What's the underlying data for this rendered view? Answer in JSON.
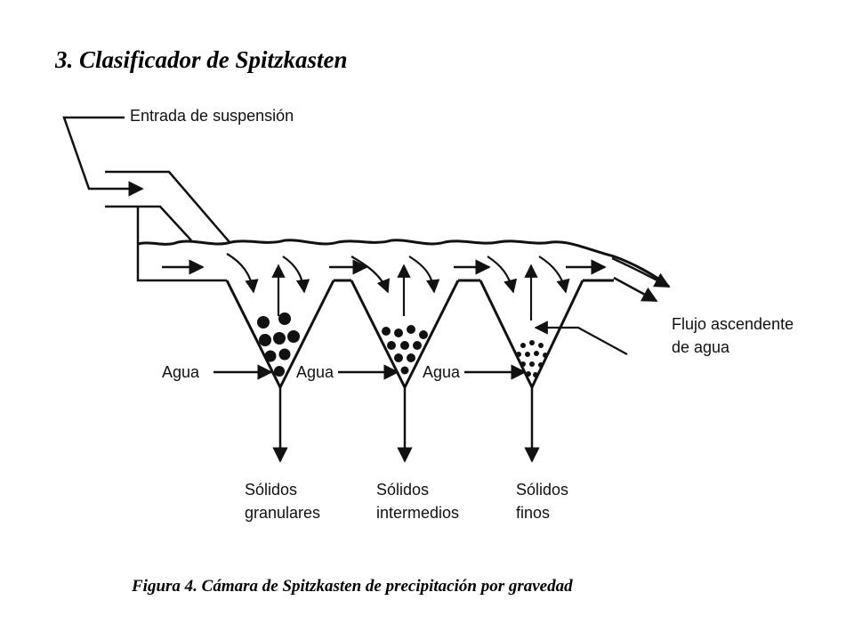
{
  "title": "3. Clasificador de Spitzkasten",
  "caption": "Figura 4. Cámara de Spitzkasten de precipitación por gravedad",
  "diagram": {
    "inlet_label": "Entrada de suspensión",
    "upflow_label_line1": "Flujo ascendente",
    "upflow_label_line2": "de agua",
    "water_labels": [
      "Agua",
      "Agua",
      "Agua"
    ],
    "outlets": [
      {
        "line1": "Sólidos",
        "line2": "granulares"
      },
      {
        "line1": "Sólidos",
        "line2": "intermedios"
      },
      {
        "line1": "Sólidos",
        "line2": "finos"
      }
    ]
  }
}
